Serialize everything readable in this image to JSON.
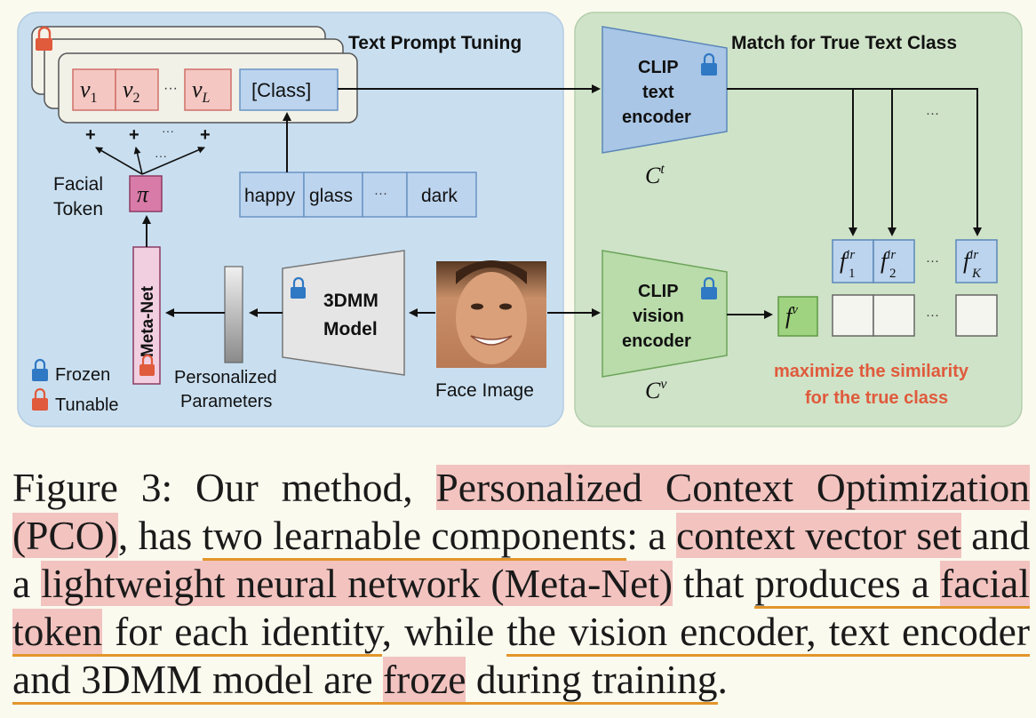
{
  "figure": {
    "left_panel_title": "Text Prompt Tuning",
    "right_panel_title": "Match for True Text Class",
    "context_tokens": [
      "v",
      "v",
      "v"
    ],
    "context_subscripts": [
      "1",
      "2",
      "L"
    ],
    "context_ellipsis": "···",
    "class_token": "[Class]",
    "plus_signs": [
      "+",
      "+",
      "+"
    ],
    "plus_ellipsis": "···",
    "arrow_ellipsis": "···",
    "facial_token_label_line1": "Facial",
    "facial_token_label_line2": "Token",
    "pi_symbol": "π",
    "class_words": [
      "happy",
      "glass",
      "···",
      "dark"
    ],
    "meta_net_label": "Meta-Net",
    "personalized_params_line1": "Personalized",
    "personalized_params_line2": "Parameters",
    "dmm_line1": "3DMM",
    "dmm_line2": "Model",
    "face_image_label": "Face Image",
    "legend_frozen": "Frozen",
    "legend_tunable": "Tunable",
    "clip_text_lines": [
      "CLIP",
      "text",
      "encoder"
    ],
    "clip_text_symbol": "C",
    "clip_text_sup": "t",
    "clip_vision_lines": [
      "CLIP",
      "vision",
      "encoder"
    ],
    "clip_vision_symbol": "C",
    "clip_vision_sup": "v",
    "text_feat_ellipsis_top": "···",
    "text_feat_symbol": "f",
    "text_feat_sup": "ir",
    "text_feat_subs": [
      "1",
      "2",
      "K"
    ],
    "text_feat_ellipsis": "···",
    "vision_feat_symbol": "f",
    "vision_feat_sup": "v",
    "vision_feat_ellipsis": "···",
    "similarity_line1": "maximize the similarity",
    "similarity_line2": "for the true class",
    "colors": {
      "left_panel_bg": "#c9dff0",
      "right_panel_bg": "#cfe3c8",
      "token_red": "#f4c7c3",
      "token_blue": "#bcd4ee",
      "lock_blue": "#2f78c4",
      "lock_red": "#e05a3c",
      "similarity_red": "#e05a3c"
    }
  },
  "caption": {
    "p1": "Figure 3: Our method, ",
    "p2": "Personalized Context Optimization (PCO)",
    "p3": ", has ",
    "p4": "two learnable components",
    "p5": ": a ",
    "p6": "context vector set",
    "p7": " and a ",
    "p8": "lightweight neural network (Meta-Net)",
    "p9": " that ",
    "p10": "produces a ",
    "p11": "facial token",
    "p12": " for each identity",
    "p13": ", while ",
    "p14": "the vision encoder, text encoder and 3DMM model are ",
    "p15": "froze",
    "p16": " during training",
    "p17": "."
  }
}
